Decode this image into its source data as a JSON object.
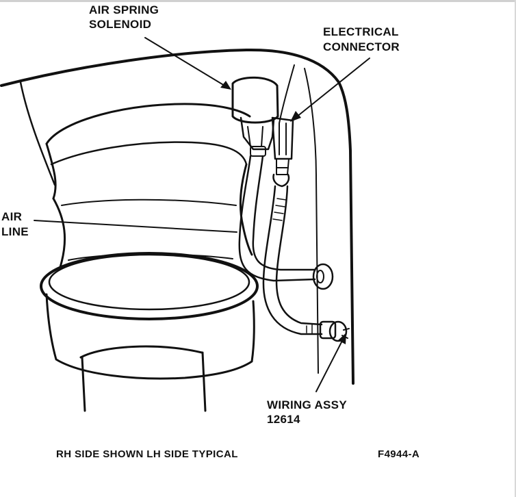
{
  "labels": {
    "air_spring_solenoid": [
      "AIR SPRING",
      "SOLENOID"
    ],
    "electrical_connector": [
      "ELECTRICAL",
      "CONNECTOR"
    ],
    "air_line": [
      "AIR",
      "LINE"
    ],
    "wiring_assy": [
      "WIRING ASSY",
      "12614"
    ]
  },
  "caption": "RH SIDE SHOWN LH SIDE TYPICAL",
  "figure_id": "F4944-A"
}
